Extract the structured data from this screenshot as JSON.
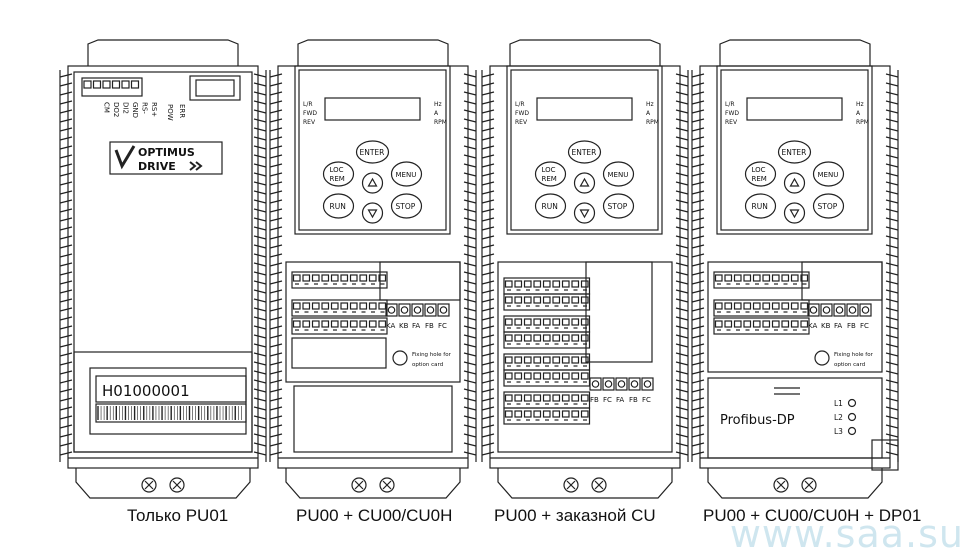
{
  "units": [
    {
      "caption": "Только PU01",
      "terminal_labels": [
        "RS+",
        "RS-",
        "GND",
        "DI2",
        "DO2",
        "CM"
      ],
      "led_labels": [
        "ERR",
        "POW"
      ],
      "logo_line1": "OPTIMUS",
      "logo_line2": "DRIVE",
      "serial": "H01000001"
    },
    {
      "caption": "PU00 + CU00/CU0H",
      "display_left": [
        "L/R",
        "FWD",
        "REV"
      ],
      "display_right": [
        "Hz",
        "A",
        "RPM"
      ],
      "keys": {
        "enter": "ENTER",
        "loc": "LOC",
        "rem": "REM",
        "menu": "MENU",
        "run": "RUN",
        "stop": "STOP"
      },
      "relay_labels": [
        "KA",
        "KB",
        "FA",
        "FB",
        "FC"
      ],
      "fixing_hole_line1": "Fixing hole for",
      "fixing_hole_line2": "option card"
    },
    {
      "caption": "PU00 + заказной CU",
      "display_left": [
        "L/R",
        "FWD",
        "REV"
      ],
      "display_right": [
        "Hz",
        "A",
        "RPM"
      ],
      "keys": {
        "enter": "ENTER",
        "loc": "LOC",
        "rem": "REM",
        "menu": "MENU",
        "run": "RUN",
        "stop": "STOP"
      },
      "relay_labels": [
        "FB",
        "FC",
        "FA",
        "FB",
        "FC"
      ]
    },
    {
      "caption": "PU00 + CU00/CU0H + DP01",
      "display_left": [
        "L/R",
        "FWD",
        "REV"
      ],
      "display_right": [
        "Hz",
        "A",
        "RPM"
      ],
      "keys": {
        "enter": "ENTER",
        "loc": "LOC",
        "rem": "REM",
        "menu": "MENU",
        "run": "RUN",
        "stop": "STOP"
      },
      "relay_labels": [
        "KA",
        "KB",
        "FA",
        "FB",
        "FC"
      ],
      "fixing_hole_line1": "Fixing hole for",
      "fixing_hole_line2": "option card",
      "profibus_label": "Profibus-DP",
      "profibus_leds": [
        "L1",
        "L2",
        "L3"
      ]
    }
  ],
  "watermark": "www.saa.su"
}
